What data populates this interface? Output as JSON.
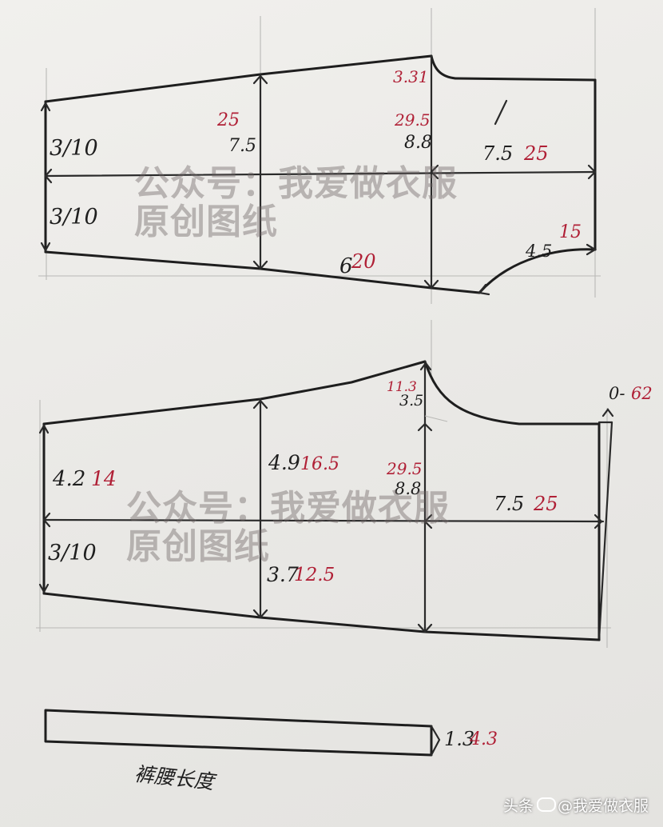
{
  "top_piece": {
    "labels": {
      "l_310": "3/10",
      "l_310b": "3/10",
      "l_25a": "25",
      "l_75a": "7.5",
      "l_331": "3.31",
      "l_295": "29.5",
      "l_88": "8.8",
      "l_75b": "7.5",
      "l_25b": "25",
      "l_45": "4.5",
      "l_15": "15",
      "l_6": "6",
      "l_20": "20"
    }
  },
  "bottom_piece": {
    "labels": {
      "l_0": "0-",
      "l_62": "62",
      "l_11": "11.3",
      "l_35": "3.5",
      "l_42": "4.2",
      "l_14": "14",
      "l_49": "4.9",
      "l_165": "16.5",
      "l_295": "29.5",
      "l_88": "8.8",
      "l_75": "7.5",
      "l_25": "25",
      "l_310": "3/10",
      "l_37": "3.7",
      "l_125": "12.5"
    }
  },
  "waistband": {
    "labels": {
      "l_13": "1.3",
      "l_43": "4.3",
      "caption": "裤腰长度"
    }
  },
  "watermark": {
    "line1": "公众号：我爱做衣服",
    "line2": "原创图纸"
  },
  "credit": {
    "source": "头条",
    "handle": "@我爱做衣服"
  }
}
